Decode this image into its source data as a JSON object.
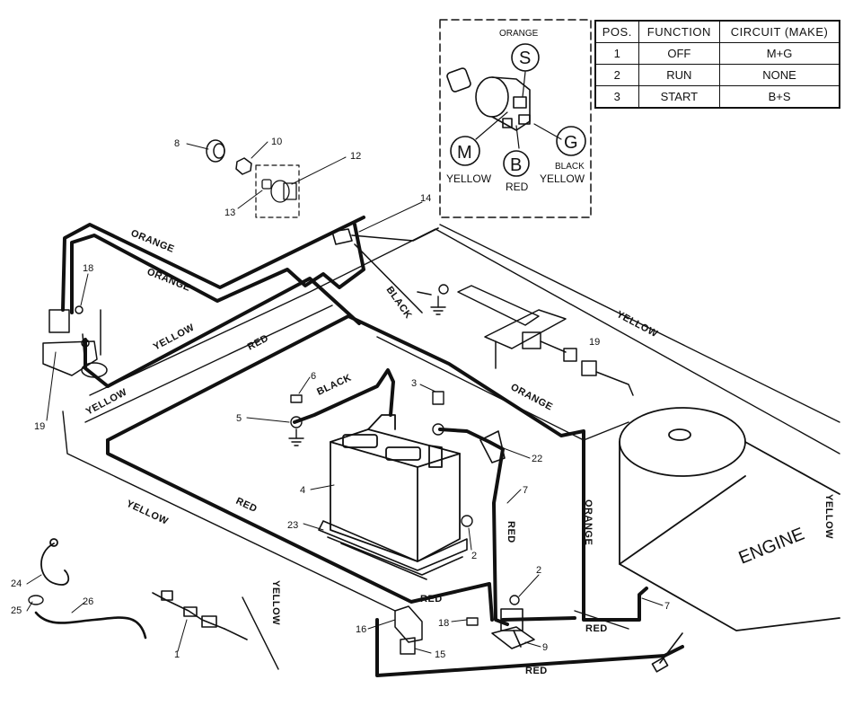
{
  "switch_inset": {
    "letters": {
      "s": "S",
      "m": "M",
      "b": "B",
      "g": "G"
    },
    "labels": {
      "orange": "ORANGE",
      "yellow_m": "YELLOW",
      "red": "RED",
      "black": "BLACK",
      "yellow_g": "YELLOW"
    }
  },
  "table": {
    "headers": [
      "POS.",
      "FUNCTION",
      "CIRCUIT (MAKE)"
    ],
    "rows": [
      [
        "1",
        "OFF",
        "M+G"
      ],
      [
        "2",
        "RUN",
        "NONE"
      ],
      [
        "3",
        "START",
        "B+S"
      ]
    ]
  },
  "wire_labels": {
    "orange1": "ORANGE",
    "orange2": "ORANGE",
    "orange3": "ORANGE",
    "orange4": "ORANGE",
    "yellow1": "YELLOW",
    "yellow2": "YELLOW",
    "yellow3": "YELLOW",
    "yellow4": "YELLOW",
    "yellow5": "YELLOW",
    "yellow6": "YELLOW",
    "red1": "RED",
    "red2": "RED",
    "red3": "RED",
    "red4": "RED",
    "red5": "RED",
    "red6": "RED",
    "black1": "BLACK",
    "black2": "BLACK"
  },
  "engine_label": "ENGINE",
  "callouts": {
    "c8": "8",
    "c10": "10",
    "c12": "12",
    "c13": "13",
    "c14": "14",
    "c18a": "18",
    "c19a": "19",
    "c19b": "19",
    "c6": "6",
    "c5": "5",
    "c3": "3",
    "c22": "22",
    "c4": "4",
    "c7a": "7",
    "c2a": "2",
    "c23": "23",
    "c2b": "2",
    "c7b": "7",
    "c24": "24",
    "c25": "25",
    "c26": "26",
    "c1": "1",
    "c16": "16",
    "c18b": "18",
    "c9": "9",
    "c15": "15"
  }
}
